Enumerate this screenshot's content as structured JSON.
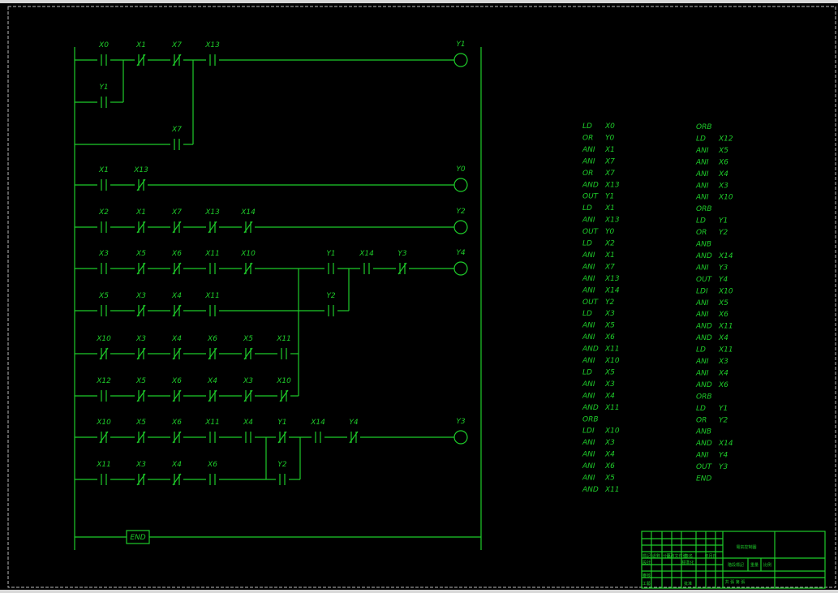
{
  "rungs": [
    {
      "coil": "Y1",
      "contacts": [
        {
          "label": "X0",
          "type": "NO"
        },
        {
          "label": "X1",
          "type": "NC"
        },
        {
          "label": "X7",
          "type": "NC"
        },
        {
          "label": "X13",
          "type": "NO"
        }
      ],
      "parallel": [
        {
          "label": "Y1",
          "type": "NO"
        },
        {
          "label": "X7",
          "type": "NO"
        }
      ]
    },
    {
      "coil": "Y0",
      "contacts": [
        {
          "label": "X1",
          "type": "NO"
        },
        {
          "label": "X13",
          "type": "NC"
        }
      ]
    },
    {
      "coil": "Y2",
      "contacts": [
        {
          "label": "X2",
          "type": "NO"
        },
        {
          "label": "X1",
          "type": "NC"
        },
        {
          "label": "X7",
          "type": "NC"
        },
        {
          "label": "X13",
          "type": "NC"
        },
        {
          "label": "X14",
          "type": "NC"
        }
      ]
    },
    {
      "coil": "Y4",
      "branches": [
        [
          {
            "label": "X3",
            "type": "NO"
          },
          {
            "label": "X5",
            "type": "NC"
          },
          {
            "label": "X6",
            "type": "NC"
          },
          {
            "label": "X11",
            "type": "NO"
          },
          {
            "label": "X10",
            "type": "NC"
          }
        ],
        [
          {
            "label": "X5",
            "type": "NO"
          },
          {
            "label": "X3",
            "type": "NC"
          },
          {
            "label": "X4",
            "type": "NC"
          },
          {
            "label": "X11",
            "type": "NO"
          }
        ],
        [
          {
            "label": "X10",
            "type": "NC"
          },
          {
            "label": "X3",
            "type": "NC"
          },
          {
            "label": "X4",
            "type": "NC"
          },
          {
            "label": "X6",
            "type": "NC"
          },
          {
            "label": "X5",
            "type": "NC"
          },
          {
            "label": "X11",
            "type": "NO"
          }
        ],
        [
          {
            "label": "X12",
            "type": "NO"
          },
          {
            "label": "X5",
            "type": "NC"
          },
          {
            "label": "X6",
            "type": "NC"
          },
          {
            "label": "X4",
            "type": "NC"
          },
          {
            "label": "X3",
            "type": "NC"
          },
          {
            "label": "X10",
            "type": "NC"
          }
        ]
      ],
      "series": [
        {
          "label": "Y1",
          "type": "NO"
        },
        {
          "label": "X14",
          "type": "NO"
        },
        {
          "label": "Y3",
          "type": "NC"
        }
      ],
      "parallel": [
        {
          "label": "Y2",
          "type": "NO"
        }
      ]
    },
    {
      "coil": "Y3",
      "branches": [
        [
          {
            "label": "X10",
            "type": "NC"
          },
          {
            "label": "X5",
            "type": "NC"
          },
          {
            "label": "X6",
            "type": "NC"
          },
          {
            "label": "X11",
            "type": "NO"
          },
          {
            "label": "X4",
            "type": "NO"
          }
        ],
        [
          {
            "label": "X11",
            "type": "NO"
          },
          {
            "label": "X3",
            "type": "NC"
          },
          {
            "label": "X4",
            "type": "NC"
          },
          {
            "label": "X6",
            "type": "NO"
          }
        ]
      ],
      "series": [
        {
          "label": "Y1",
          "type": "NC"
        },
        {
          "label": "X14",
          "type": "NO"
        },
        {
          "label": "Y4",
          "type": "NC"
        }
      ],
      "parallel": [
        {
          "label": "Y2",
          "type": "NO"
        }
      ]
    }
  ],
  "end_label": "END",
  "instruction_columns": [
    [
      [
        "LD",
        "X0"
      ],
      [
        "OR",
        "Y0"
      ],
      [
        "ANI",
        "X1"
      ],
      [
        "ANI",
        "X7"
      ],
      [
        "OR",
        "X7"
      ],
      [
        "AND",
        "X13"
      ],
      [
        "OUT",
        "Y1"
      ],
      [
        "LD",
        "X1"
      ],
      [
        "ANI",
        "X13"
      ],
      [
        "OUT",
        "Y0"
      ],
      [
        "LD",
        "X2"
      ],
      [
        "ANI",
        "X1"
      ],
      [
        "ANI",
        "X7"
      ],
      [
        "ANI",
        "X13"
      ],
      [
        "ANI",
        "X14"
      ],
      [
        "OUT",
        "Y2"
      ],
      [
        "LD",
        "X3"
      ],
      [
        "ANI",
        "X5"
      ],
      [
        "ANI",
        "X6"
      ],
      [
        "AND",
        "X11"
      ],
      [
        "ANI",
        "X10"
      ],
      [
        "LD",
        "X5"
      ],
      [
        "ANI",
        "X3"
      ],
      [
        "ANI",
        "X4"
      ],
      [
        "AND",
        "X11"
      ],
      [
        "ORB",
        ""
      ],
      [
        "LDI",
        "X10"
      ],
      [
        "ANI",
        "X3"
      ],
      [
        "ANI",
        "X4"
      ],
      [
        "ANI",
        "X6"
      ],
      [
        "ANI",
        "X5"
      ],
      [
        "AND",
        "X11"
      ]
    ],
    [
      [
        "ORB",
        ""
      ],
      [
        "LD",
        "X12"
      ],
      [
        "ANI",
        "X5"
      ],
      [
        "ANI",
        "X6"
      ],
      [
        "ANI",
        "X4"
      ],
      [
        "ANI",
        "X3"
      ],
      [
        "ANI",
        "X10"
      ],
      [
        "ORB",
        ""
      ],
      [
        "LD",
        "Y1"
      ],
      [
        "OR",
        "Y2"
      ],
      [
        "ANB",
        ""
      ],
      [
        "AND",
        "X14"
      ],
      [
        "ANI",
        "Y3"
      ],
      [
        "OUT",
        "Y4"
      ],
      [
        "LDI",
        "X10"
      ],
      [
        "ANI",
        "X5"
      ],
      [
        "ANI",
        "X6"
      ],
      [
        "AND",
        "X11"
      ],
      [
        "AND",
        "X4"
      ],
      [
        "LD",
        "X11"
      ],
      [
        "ANI",
        "X3"
      ],
      [
        "ANI",
        "X4"
      ],
      [
        "AND",
        "X6"
      ],
      [
        "ORB",
        ""
      ],
      [
        "LD",
        "Y1"
      ],
      [
        "OR",
        "Y2"
      ],
      [
        "ANB",
        ""
      ],
      [
        "AND",
        "X14"
      ],
      [
        "ANI",
        "Y4"
      ],
      [
        "OUT",
        "Y3"
      ],
      [
        "END",
        ""
      ]
    ]
  ],
  "title_block": {
    "title": "電氣控制圖",
    "row1": [
      "標記",
      "處數",
      "分區",
      "更改文件號",
      "簽名",
      "年月日"
    ],
    "row2": [
      "設計",
      "標準化",
      "階段標記",
      "重量",
      "比例"
    ],
    "row3": [
      "審核",
      "工藝",
      "批准",
      "共 張 第 張"
    ]
  },
  "colors": {
    "line": "#1ecc2a",
    "background": "#000000"
  }
}
